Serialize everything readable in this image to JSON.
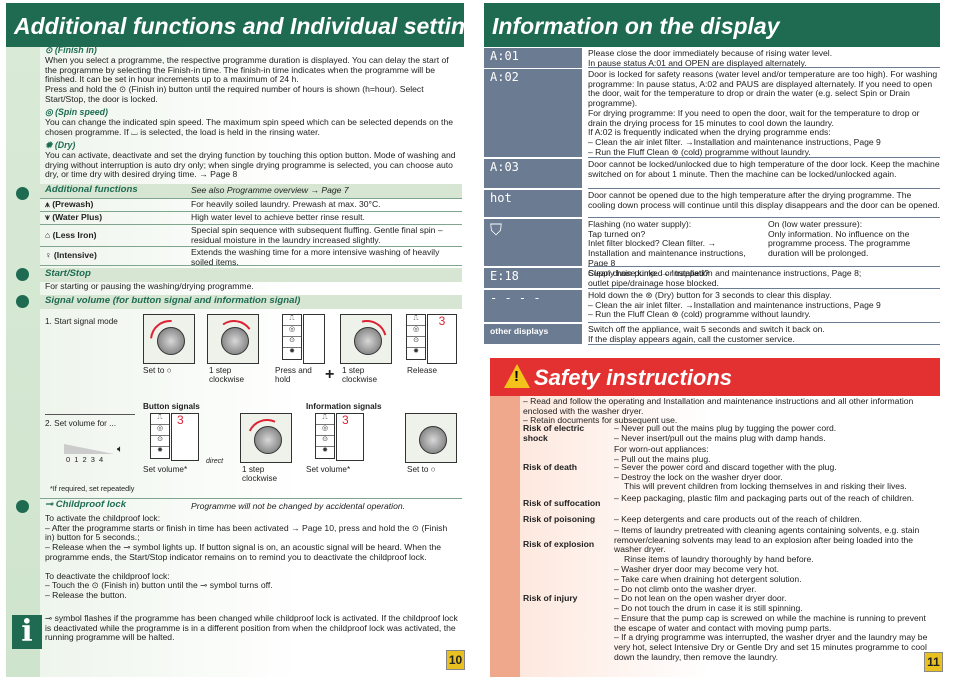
{
  "left_page": {
    "title": "Additional functions and Individual settings",
    "finish": {
      "heading": "(Finish in)",
      "para1": "When you select a programme, the respective programme duration is displayed. You can delay the start of the programme by selecting the Finish-in time. The finish-in time indicates when the programme will be finished. It can be set in hour increments up to a maximum of 24 h.",
      "para2": "Press and hold the ⊙ (Finish in) button until the required number of hours is shown (h=hour). Select Start/Stop, the door is locked."
    },
    "spin": {
      "heading": "(Spin speed)",
      "para": "You can change the indicated spin speed. The maximum spin speed which can be selected depends on the chosen programme. If ⌴ is selected, the load is held in the rinsing water."
    },
    "dry": {
      "heading": "(Dry)",
      "para": "You can activate, deactivate and set the drying function by touching this option button. Mode of washing and drying without interruption is auto dry only; when single drying programme is selected, you can choose auto dry, or time dry with desired drying time. → Page 8"
    },
    "additional": {
      "heading": "Additional functions",
      "see_also": "See also Programme overview → Page 7",
      "rows": [
        {
          "label": "(Prewash)",
          "text": "For heavily soiled laundry. Prewash at max. 30°C."
        },
        {
          "label": "(Water Plus)",
          "text": "High water level to achieve better rinse result."
        },
        {
          "label": "(Less Iron)",
          "text": "Special spin sequence with subsequent fluffing. Gentle final spin – residual moisture in the laundry increased slightly."
        },
        {
          "label": "(Intensive)",
          "text": "Extends the washing time for a more intensive washing of heavily soiled items."
        }
      ]
    },
    "startstop": {
      "heading": "Start/Stop",
      "text": "For starting or pausing the washing/drying programme."
    },
    "signal": {
      "heading": "Signal volume (for button signal and information signal)",
      "mode_label": "1. Start signal mode",
      "captions1": [
        "Set to ○",
        "1 step clockwise",
        "Press and hold",
        "1 step clockwise",
        "Release"
      ],
      "button_signals": "Button signals",
      "information_signals": "Information signals",
      "volume_label": "2. Set volume for ...",
      "volume_levels": "0 1 2 3 4",
      "captions2": [
        "Set volume*",
        "direct",
        "1 step clockwise",
        "Set volume*",
        "Set to ○"
      ],
      "footnote": "*If required, set repeatedly"
    },
    "childproof": {
      "heading": "Childproof lock",
      "note": "Programme will not be changed by accidental operation.",
      "activate": "To activate the childproof lock:",
      "a1": "– After the programme starts or finish in time has been activated → Page 10, press and hold the ⊙ (Finish in) button for 5 seconds.;",
      "a2": "– Release when the ⊸ symbol lights up. If button signal is on, an acoustic signal will be heard. When the programme ends, the Start/Stop indicator remains on to remind you to deactivate the childproof lock.",
      "deactivate": "To deactivate the childproof lock:",
      "d1": "– Touch the ⊙ (Finish in) button until the ⊸ symbol turns off.",
      "d2": "– Release the button.",
      "info": "⊸ symbol flashes if the programme has been changed while childproof lock is activated. If the childproof lock is deactivated while the programme is in a different position from when the childproof lock was activated, the running programme will be halted."
    },
    "page_number": "10"
  },
  "right_page": {
    "title": "Information on the display",
    "rows": [
      {
        "code": "A:01",
        "text": "Please close the door immediately because of rising water level.\nIn pause status A:01 and OPEN are displayed alternately."
      },
      {
        "code": "A:02",
        "text": "Door is locked for safety reasons (water level and/or temperature are too high). For washing programme: In pause status, A:02 and PAUS are displayed alternately. If you need to open the door, wait for the temperature to drop or drain the water (e.g. select Spin or Drain programme).\nFor drying programme: If you need to open the door, wait for the temperature to drop or drain the drying process for 15 minutes to cool down the laundry.\nIf A:02 is frequently indicated when the drying programme ends:\n– Clean the air inlet filter. →Installation and maintenance instructions, Page 9\n– Run the Fluff Clean ⊛ (cold) programme without laundry."
      },
      {
        "code": "A:03",
        "text": "Door cannot be locked/unlocked due to high temperature of the door lock. Keep the machine switched on for about 1 minute. Then the machine can be locked/unlocked again."
      },
      {
        "code": "hot",
        "text": "Door cannot be opened due to the high temperature after the drying programme. The cooling down process will continue until this display disappears and the door can be opened."
      },
      {
        "code": "tap",
        "flashing": "Flashing (no water supply):\nTap turned on?\nInlet filter blocked? Clean filter. →\nInstallation and maintenance instructions, Page 8\nSupply hose kinked or trapped?",
        "on": "On (low water pressure):\nOnly information. No influence on the programme process. The programme duration will be prolonged."
      },
      {
        "code": "E:18",
        "text": "Clean drain pump. → Installation and maintenance instructions, Page 8;\noutlet pipe/drainage hose blocked."
      },
      {
        "code": "- - - -",
        "text": "Hold down the ⊛ (Dry) button for 3 seconds to clear this display.\n– Clean the air inlet filter. →Installation and maintenance instructions, Page 9\n– Run the Fluff Clean ⊛ (cold) programme without laundry."
      },
      {
        "code": "other displays",
        "text": "Switch off the appliance, wait 5 seconds and switch it back on.\nIf the display appears again, call the customer service."
      }
    ],
    "safety_title": "Safety instructions",
    "safety_intro": [
      "– Read and follow the operating and Installation and maintenance instructions and all other information enclosed with the washer dryer.",
      "– Retain documents for subsequent use."
    ],
    "risks": [
      {
        "label": "Risk of electric shock",
        "lines": [
          "– Never pull out the mains plug by tugging the power cord.",
          "– Never insert/pull out the mains plug with damp hands.",
          "For worn-out appliances:",
          "– Pull out the mains plug."
        ]
      },
      {
        "label": "Risk of death",
        "lines": [
          "– Sever the power cord and discard together with the plug.",
          "– Destroy the lock on the washer dryer door.",
          "This will prevent children from locking themselves in and risking their lives."
        ]
      },
      {
        "label": "Risk of suffocation",
        "lines": [
          "– Keep packaging, plastic film and packaging parts out of the reach of children."
        ]
      },
      {
        "label": "Risk of poisoning",
        "lines": [
          "– Keep detergents and care products out of the reach of children."
        ]
      },
      {
        "label": "Risk of explosion",
        "lines": [
          "– Items of laundry pretreated with cleaning agents containing solvents, e.g. stain remover/cleaning solvents may lead to an explosion after being loaded into the washer dryer.",
          "Rinse items of laundry thoroughly by hand before.",
          "– Washer dryer door may become very hot."
        ]
      },
      {
        "label": "Risk of injury",
        "lines": [
          "– Take care when draining hot detergent solution.",
          "– Do not climb onto the washer dryer.",
          "– Do not lean on the open washer dryer door.",
          "– Do not touch the drum in case it is still spinning.",
          "– Ensure that the pump cap is screwed on while the machine is running to prevent the escape of water and contact with moving pump parts.",
          "– If a drying programme was interrupted, the washer dryer and the laundry may be very hot, select Intensive Dry or Gentle Dry and set 15 minutes programme to cool down the laundry, then remove the laundry."
        ]
      }
    ],
    "page_number": "11"
  }
}
